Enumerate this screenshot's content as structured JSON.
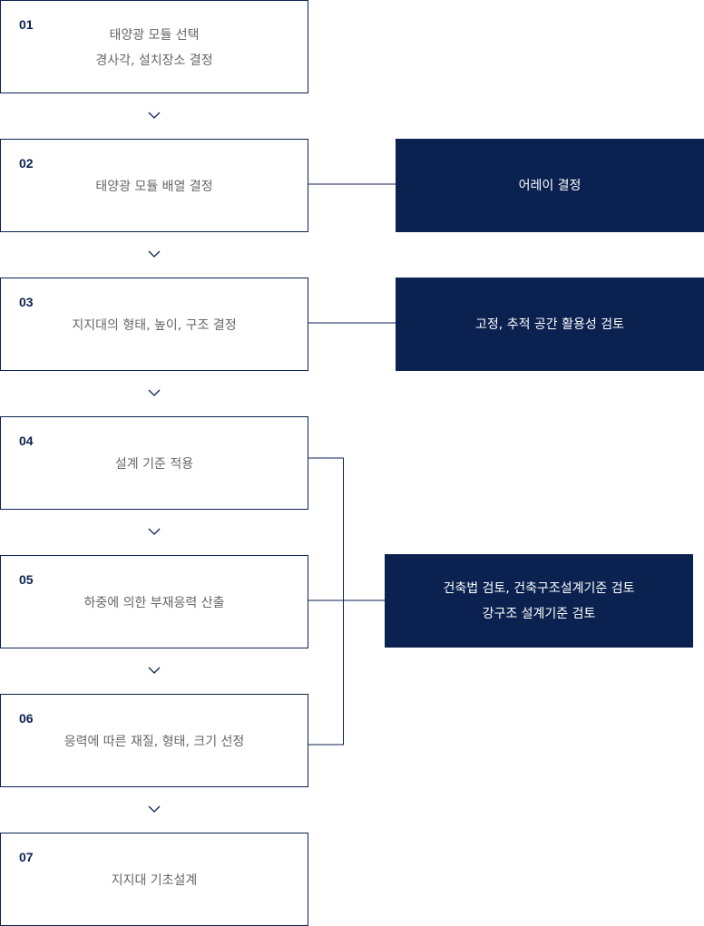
{
  "steps": [
    {
      "num": "01",
      "lines": [
        "태양광 모듈 선택",
        "경사각, 설치장소 결정"
      ]
    },
    {
      "num": "02",
      "lines": [
        "태양광 모듈 배열 결정"
      ]
    },
    {
      "num": "03",
      "lines": [
        "지지대의 형태, 높이, 구조 결정"
      ]
    },
    {
      "num": "04",
      "lines": [
        "설계 기준 적용"
      ]
    },
    {
      "num": "05",
      "lines": [
        "하중에 의한 부재응력 산출"
      ]
    },
    {
      "num": "06",
      "lines": [
        "응력에 따른 재질, 형태, 크기 선정"
      ]
    },
    {
      "num": "07",
      "lines": [
        "지지대 기초설계"
      ]
    }
  ],
  "notes": {
    "array": {
      "lines": [
        "어레이 결정"
      ]
    },
    "fixed": {
      "lines": [
        "고정, 추적 공간 활용성 검토"
      ]
    },
    "code": {
      "lines": [
        "건축법 검토, 건축구조설계기준 검토",
        "강구조 설계기준 검토"
      ]
    }
  },
  "colors": {
    "navy": "#0b2250",
    "text_gray": "#666666",
    "line": "#0b2250"
  },
  "icons": {
    "arrow": "chevron-down-icon"
  }
}
